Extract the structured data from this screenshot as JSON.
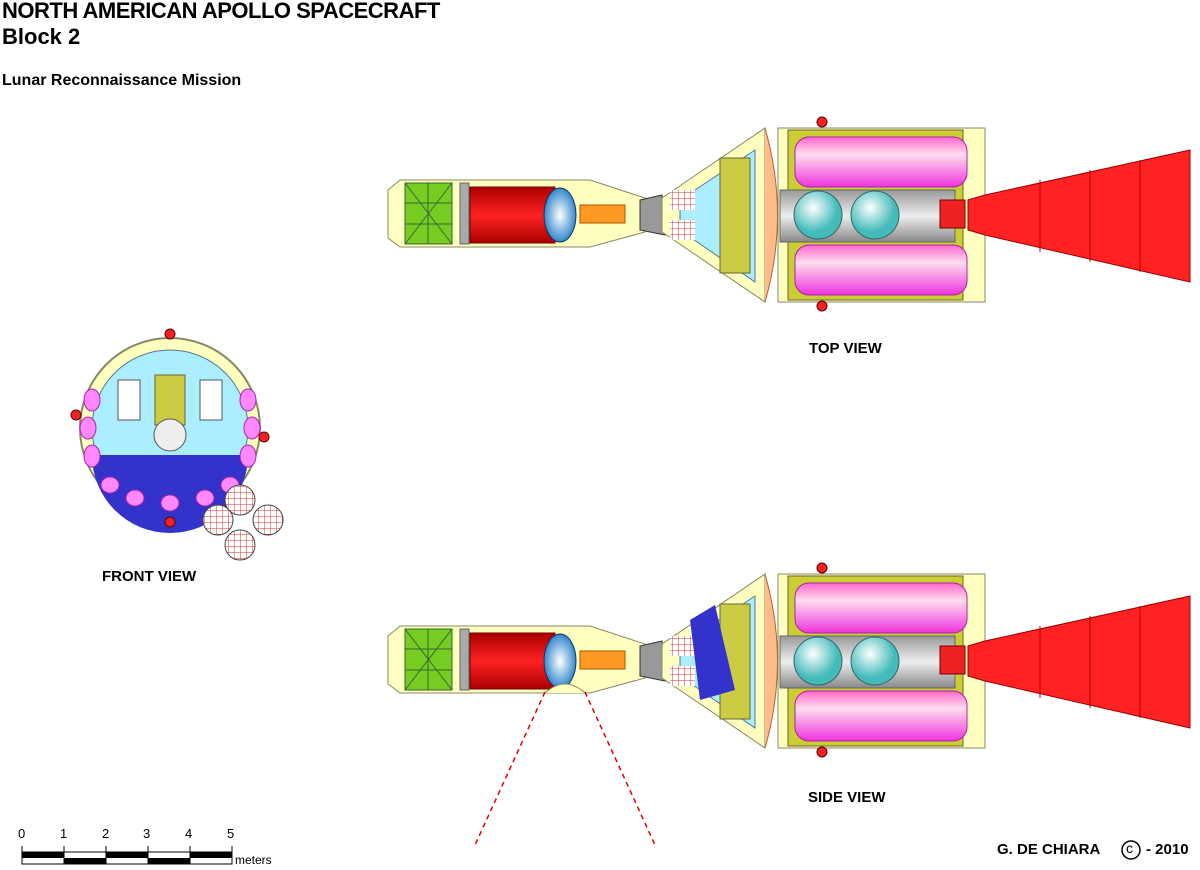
{
  "title": {
    "line1": "NORTH AMERICAN APOLLO SPACECRAFT",
    "line2": "Block 2",
    "subtitle": "Lunar Reconnaissance Mission"
  },
  "views": {
    "top": "TOP VIEW",
    "side": "SIDE VIEW",
    "front": "FRONT VIEW"
  },
  "scale": {
    "ticks": [
      "0",
      "1",
      "2",
      "3",
      "4",
      "5"
    ],
    "unit": "meters"
  },
  "credit": {
    "author": "G. DE CHIARA",
    "symbol": "c",
    "year": "- 2010"
  }
}
